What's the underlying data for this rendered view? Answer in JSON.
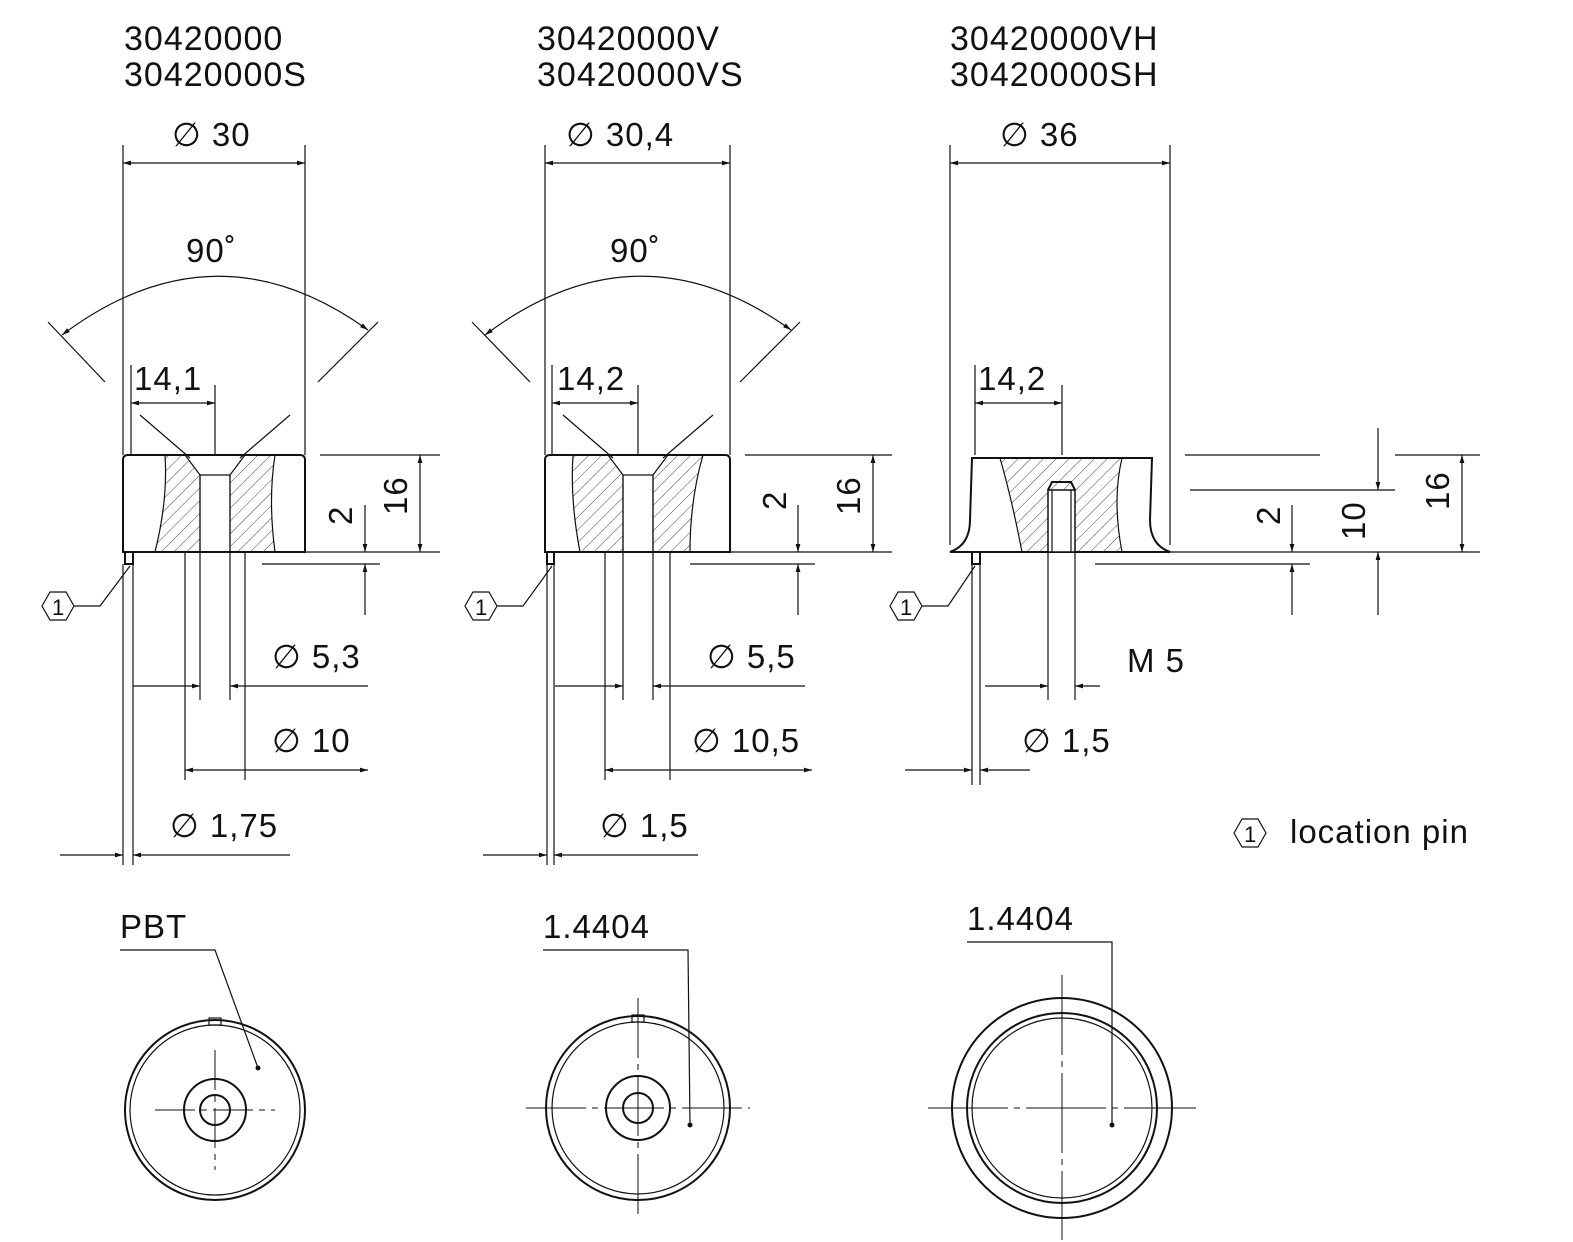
{
  "parts": [
    {
      "article_numbers": [
        "30420000",
        "30420000S"
      ],
      "outer_diameter": "∅ 30",
      "angle": "90˚",
      "countersink": "14,1",
      "height": "16",
      "pin_height": "2",
      "bore": "∅ 5,3",
      "counterbore": "∅ 10",
      "pin_diameter": "∅ 1,75",
      "material": "PBT",
      "pin_marker": "1"
    },
    {
      "article_numbers": [
        "30420000V",
        "30420000VS"
      ],
      "outer_diameter": "∅ 30,4",
      "angle": "90˚",
      "countersink": "14,2",
      "height": "16",
      "pin_height": "2",
      "bore": "∅ 5,5",
      "counterbore": "∅ 10,5",
      "pin_diameter": "∅ 1,5",
      "material": "1.4404",
      "pin_marker": "1"
    },
    {
      "article_numbers": [
        "30420000VH",
        "30420000SH"
      ],
      "outer_diameter": "∅ 36",
      "countersink": "14,2",
      "pin_height": "2",
      "thread_depth": "10",
      "height": "16",
      "thread": "M 5",
      "pin_diameter": "∅ 1,5",
      "material": "1.4404",
      "pin_marker": "1"
    }
  ],
  "legend": {
    "marker": "1",
    "label": "location pin"
  }
}
